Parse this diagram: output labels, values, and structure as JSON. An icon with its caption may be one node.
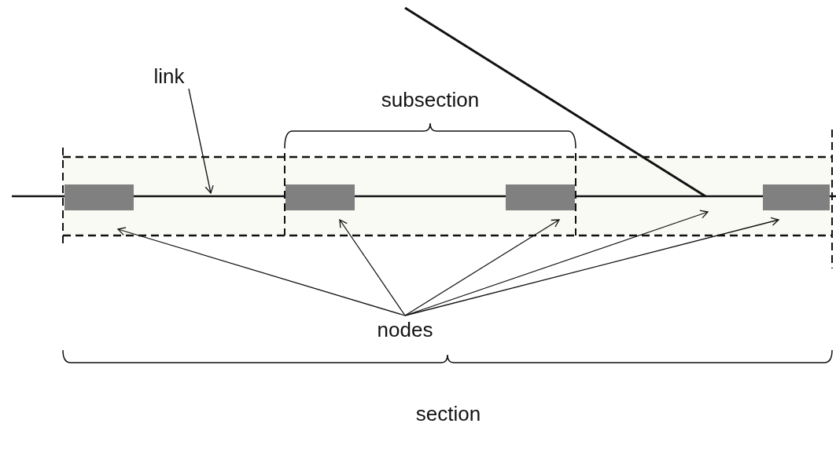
{
  "diagram": {
    "nodes": [
      {
        "text": [
          "link"
        ]
      },
      {
        "text": [
          "nodes"
        ]
      },
      {
        "text": [],
        "shape": "box"
      },
      {
        "text": [],
        "shape": "box"
      },
      {
        "text": [],
        "shape": "box"
      },
      {
        "text": [],
        "shape": "box"
      }
    ],
    "edges": [
      {
        "from": 0,
        "to": null,
        "arrow": "to"
      },
      {
        "from": 1,
        "to": 2,
        "arrow": "to"
      },
      {
        "from": 1,
        "to": 3,
        "arrow": "to"
      },
      {
        "from": 1,
        "to": 4,
        "arrow": "to"
      },
      {
        "from": 1,
        "to": null,
        "arrow": "to"
      },
      {
        "from": 1,
        "to": 5,
        "arrow": "to"
      }
    ],
    "labels": [
      "subsection",
      "section"
    ]
  }
}
